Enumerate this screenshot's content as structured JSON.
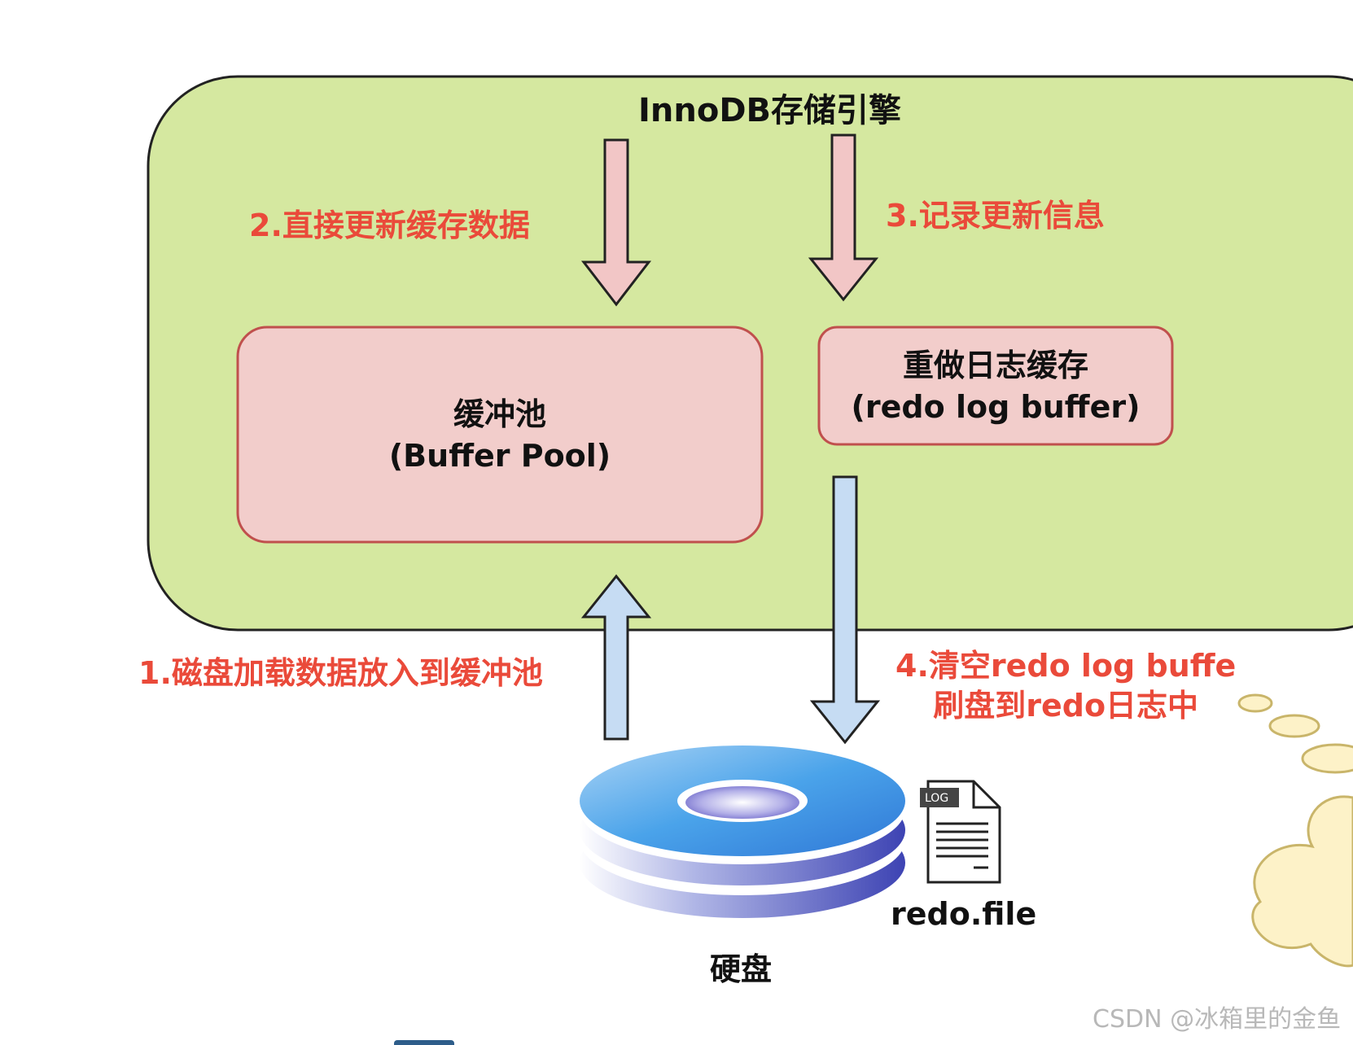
{
  "engine": {
    "title": "InnoDB存储引擎"
  },
  "steps": {
    "step1": "1.磁盘加载数据放入到缓冲池",
    "step2": "2.直接更新缓存数据",
    "step3": "3.记录更新信息",
    "step4_line1": "4.清空redo log buffe",
    "step4_line2": "刷盘到redo日志中"
  },
  "buffer_pool": {
    "name": "缓冲池",
    "name_en": "(Buffer Pool)"
  },
  "redo_buffer": {
    "name": "重做日志缓存",
    "name_en": "(redo log buffer)"
  },
  "disk": {
    "label": "硬盘"
  },
  "redo_file": {
    "label": "redo.file",
    "tag": "LOG"
  },
  "watermark": "CSDN @冰箱里的金鱼",
  "colors": {
    "engine_fill": "#d5e8a0",
    "box_fill": "#f2cdcb",
    "box_stroke": "#c0504d",
    "down_arrow_fill": "#f2c6c6",
    "up_arrow_fill": "#c6dcf3",
    "step_text": "#ea4a3a",
    "cloud_fill": "#fdf2c8"
  }
}
